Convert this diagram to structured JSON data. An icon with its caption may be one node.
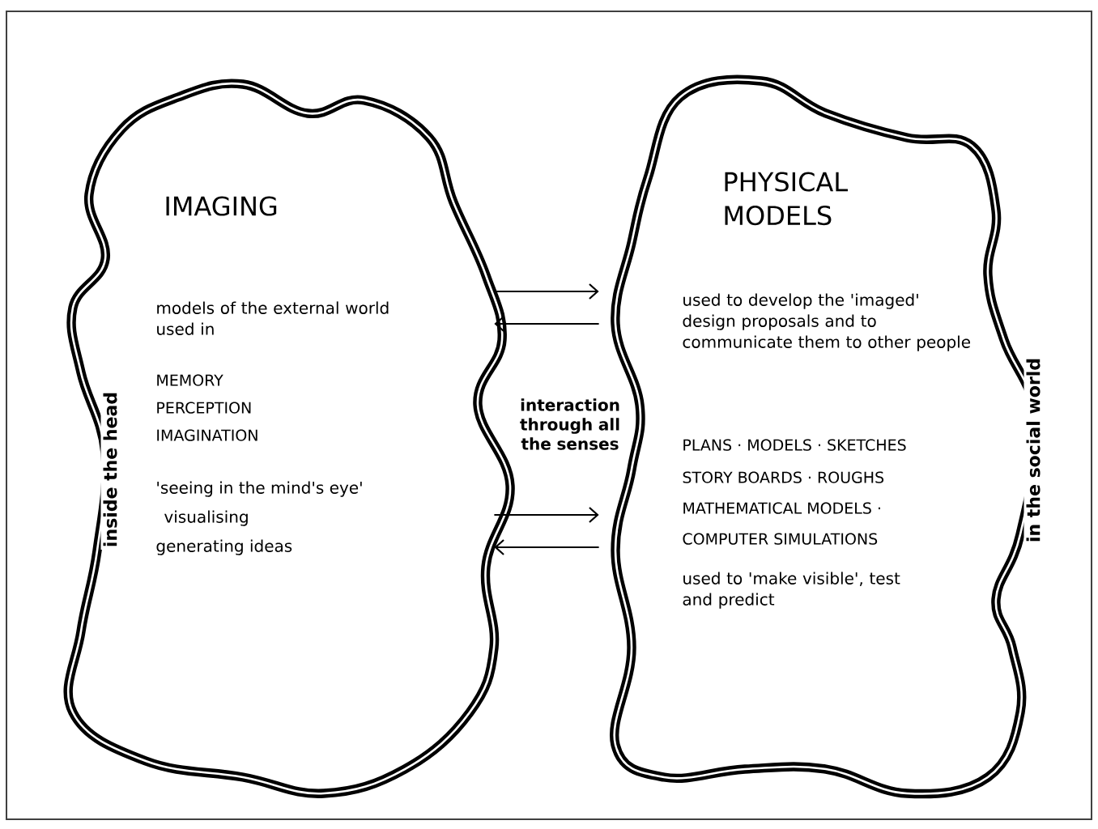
{
  "diagram": {
    "nodes": [
      {
        "text": [
          "IMAGING",
          "models of the external world used in",
          "MEMORY",
          "PERCEPTION",
          "IMAGINATION",
          "'seeing in the mind's eye'",
          "visualising",
          "generating ideas",
          "inside the head"
        ]
      },
      {
        "text": [
          "PHYSICAL MODELS",
          "used to develop the 'imaged' design proposals and to communicate them to other people",
          "PLANS · MODELS · SKETCHES",
          "STORY BOARDS · ROUGHS",
          "MATHEMATICAL MODELS ·",
          "COMPUTER SIMULATIONS",
          "used to 'make visible', test and predict",
          "in the social world"
        ]
      }
    ],
    "edges": [
      {
        "from": 0,
        "to": 1,
        "arrow": "to"
      },
      {
        "from": 1,
        "to": 0,
        "arrow": "to"
      },
      {
        "from": 0,
        "to": 1,
        "arrow": "to"
      },
      {
        "from": 1,
        "to": 0,
        "arrow": "to"
      }
    ],
    "labels": [
      "interaction through all the senses"
    ]
  }
}
